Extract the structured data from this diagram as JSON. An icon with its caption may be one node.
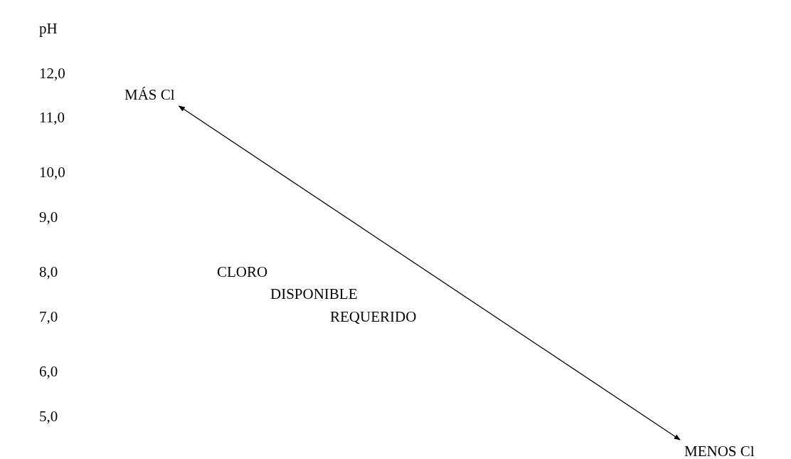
{
  "diagram": {
    "nodes": [
      {
        "text": [
          "MÁS Cl"
        ]
      },
      {
        "text": [
          "MENOS Cl"
        ]
      }
    ],
    "edges": [
      {
        "from": 0,
        "to": 1,
        "arrow": "both"
      }
    ],
    "labels": [
      "pH",
      "12,0",
      "11,0",
      "10,0",
      "9,0",
      "8,0",
      "7,0",
      "6,0",
      "5,0",
      "CLORO",
      "DISPONIBLE",
      "REQUERIDO"
    ]
  }
}
